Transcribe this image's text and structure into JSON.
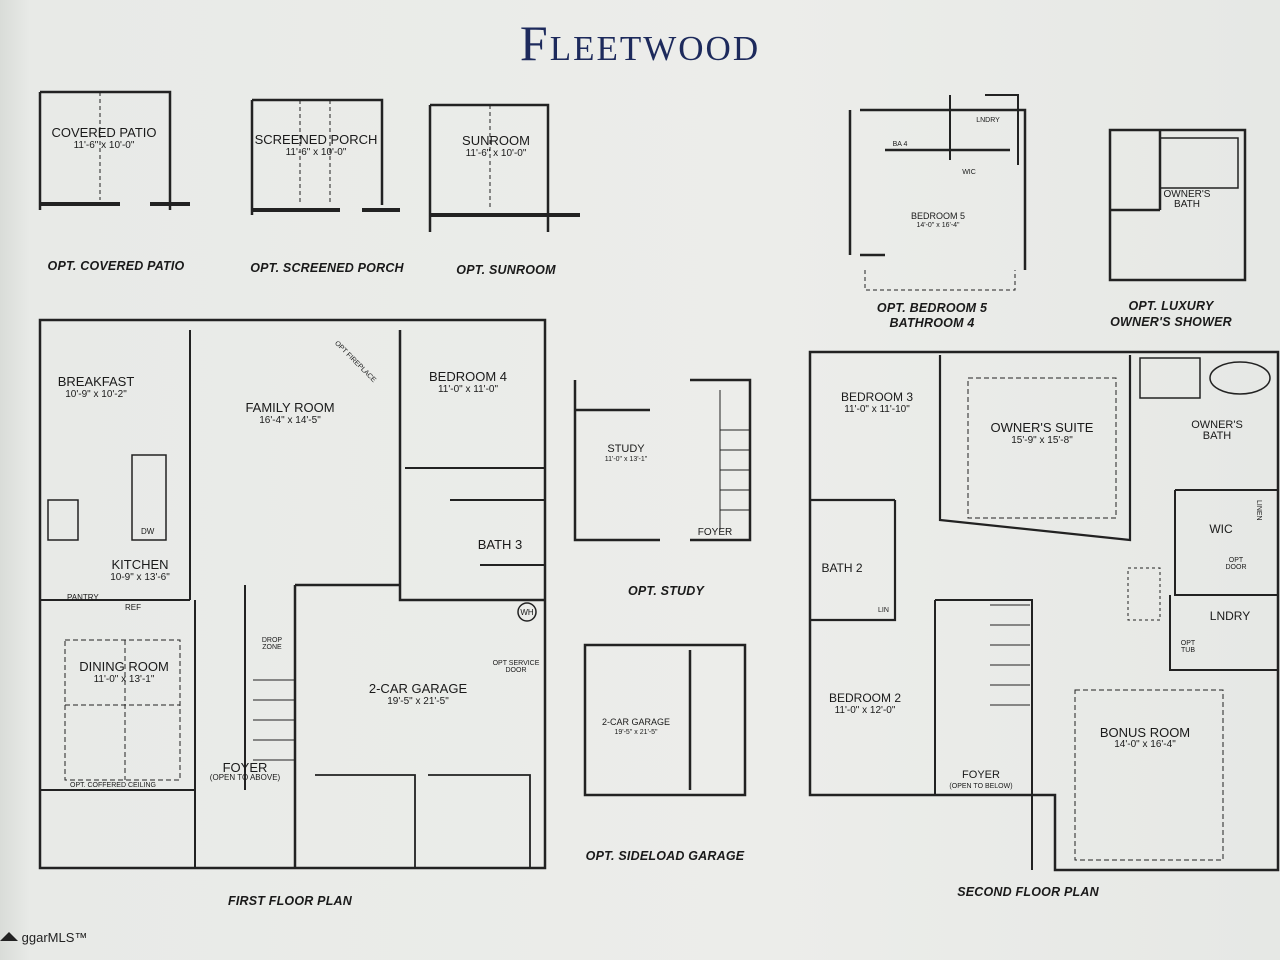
{
  "title": "Fleetwood",
  "watermark": "ggarMLS™",
  "captions": {
    "covered_patio": "OPT. COVERED PATIO",
    "screened_porch": "OPT. SCREENED PORCH",
    "sunroom": "OPT. SUNROOM",
    "bedroom5_line1": "OPT. BEDROOM 5",
    "bedroom5_line2": "BATHROOM 4",
    "luxury_line1": "OPT. LUXURY",
    "luxury_line2": "OWNER'S SHOWER",
    "study": "OPT. STUDY",
    "sideload": "OPT. SIDELOAD GARAGE",
    "first_floor": "FIRST FLOOR PLAN",
    "second_floor": "SECOND FLOOR PLAN"
  },
  "rooms": {
    "covered_patio": {
      "name": "COVERED PATIO",
      "dim": "11'-6\" x 10'-0\""
    },
    "screened_porch": {
      "name": "SCREENED PORCH",
      "dim": "11'-6\" x 10'-0\""
    },
    "sunroom": {
      "name": "SUNROOM",
      "dim": "11'-6\" x 10'-0\""
    },
    "breakfast": {
      "name": "BREAKFAST",
      "dim": "10'-9\" x 10'-2\""
    },
    "family_room": {
      "name": "FAMILY ROOM",
      "dim": "16'-4\" x 14'-5\""
    },
    "bedroom4": {
      "name": "BEDROOM 4",
      "dim": "11'-0\" x 11'-0\""
    },
    "kitchen": {
      "name": "KITCHEN",
      "dim": "10-9\" x 13'-6\""
    },
    "dining_room": {
      "name": "DINING ROOM",
      "dim": "11'-0\" x 13'-1\""
    },
    "garage": {
      "name": "2-CAR GARAGE",
      "dim": "19'-5\" x 21'-5\""
    },
    "foyer1": {
      "name": "FOYER",
      "sub": "(OPEN TO ABOVE)"
    },
    "bath3": {
      "name": "BATH 3"
    },
    "study": {
      "name": "STUDY",
      "dim": "11'-0\" x 13'-1\""
    },
    "study_foyer": {
      "name": "FOYER"
    },
    "sideload_garage": {
      "name": "2-CAR GARAGE",
      "dim": "19'-5\" x 21'-5\""
    },
    "bedroom5": {
      "name": "BEDROOM 5",
      "dim": "14'-0\" x 16'-4\""
    },
    "lndry_opt": {
      "name": "LNDRY"
    },
    "wic_opt": {
      "name": "WIC"
    },
    "ba4": {
      "name": "BA 4"
    },
    "owners_bath_opt": {
      "name": "OWNER'S BATH"
    },
    "bedroom3": {
      "name": "BEDROOM 3",
      "dim": "11'-0\" x 11'-10\""
    },
    "owners_suite": {
      "name": "OWNER'S SUITE",
      "dim": "15'-9\" x 15'-8\""
    },
    "owners_bath": {
      "name": "OWNER'S BATH"
    },
    "bath2": {
      "name": "BATH 2"
    },
    "wic": {
      "name": "WIC"
    },
    "lndry": {
      "name": "LNDRY"
    },
    "bedroom2": {
      "name": "BEDROOM 2",
      "dim": "11'-0\" x 12'-0\""
    },
    "foyer2": {
      "name": "FOYER",
      "sub": "(OPEN TO BELOW)"
    },
    "bonus_room": {
      "name": "BONUS ROOM",
      "dim": "14'-0\" x 16'-4\""
    }
  },
  "notes": {
    "pantry": "PANTRY",
    "ref": "REF",
    "dw": "DW",
    "wh": "WH",
    "drop_zone": "DROP ZONE",
    "opt_service_door": "OPT SERVICE DOOR",
    "opt_fireplace": "OPT FIREPLACE",
    "opt_coffered": "OPT. COFFERED CEILING",
    "lin": "LIN",
    "linen": "LINEN",
    "opt_door": "OPT DOOR",
    "opt_tub": "OPT TUB"
  }
}
